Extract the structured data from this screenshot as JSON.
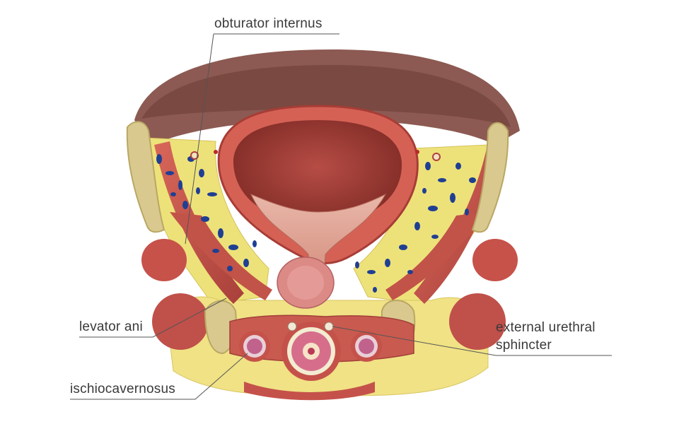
{
  "labels": {
    "obturator_internus": "obturator internus",
    "levator_ani": "levator ani",
    "ischiocavernosus": "ischiocavernosus",
    "external_urethral_line1": "external urethral",
    "external_urethral_line2": "sphincter"
  },
  "colors": {
    "muscle": "#c8544a",
    "muscle_dark": "#9e3a33",
    "fat": "#efe27a",
    "bone": "#d9c88a",
    "bladder_inner": "#a8433c",
    "vein": "#1f3f93",
    "leader_line": "#555555"
  }
}
